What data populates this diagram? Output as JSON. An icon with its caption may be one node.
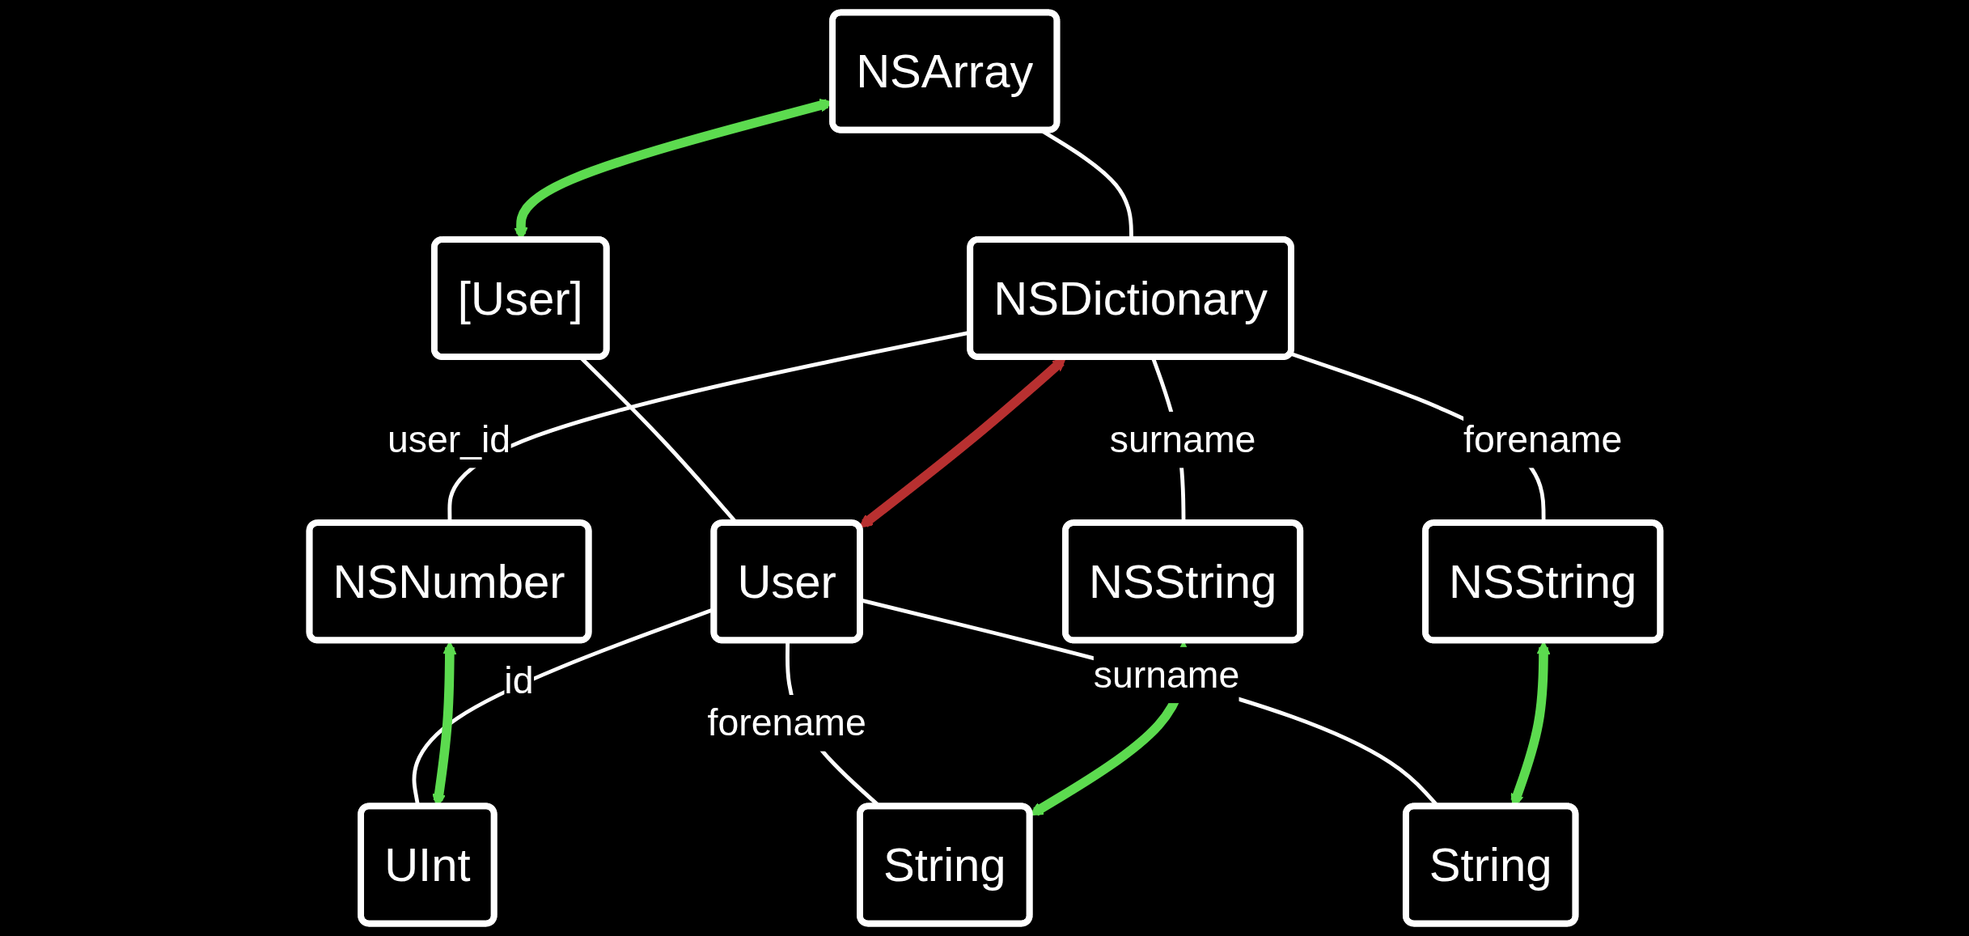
{
  "diagram": {
    "nodes": [
      {
        "text": [
          "NSArray"
        ]
      },
      {
        "text": [
          "[User]"
        ]
      },
      {
        "text": [
          "NSDictionary"
        ]
      },
      {
        "text": [
          "User"
        ]
      },
      {
        "text": [
          "NSNumber"
        ]
      },
      {
        "text": [
          "UInt"
        ]
      },
      {
        "text": [
          "NSString"
        ]
      },
      {
        "text": [
          "NSString"
        ]
      },
      {
        "text": [
          "String"
        ]
      },
      {
        "text": [
          "String"
        ]
      }
    ],
    "edges": [
      {
        "from": 0,
        "to": 1,
        "arrow": "both",
        "style": "thick",
        "color": "#5cdb4f"
      },
      {
        "from": 0,
        "to": 2,
        "arrow": "none"
      },
      {
        "from": 1,
        "to": 3,
        "arrow": "none"
      },
      {
        "from": 2,
        "to": 3,
        "arrow": "both",
        "style": "thick",
        "color": "#b83030"
      },
      {
        "from": 2,
        "to": 4,
        "arrow": "none",
        "label": "user_id"
      },
      {
        "from": 2,
        "to": 6,
        "arrow": "none",
        "label": "forename"
      },
      {
        "from": 2,
        "to": 7,
        "arrow": "none",
        "label": "surname"
      },
      {
        "from": 3,
        "to": 5,
        "arrow": "none",
        "label": "id"
      },
      {
        "from": 3,
        "to": 8,
        "arrow": "none",
        "label": "forename"
      },
      {
        "from": 3,
        "to": 9,
        "arrow": "none",
        "label": "surname"
      },
      {
        "from": 4,
        "to": 5,
        "arrow": "both",
        "style": "thick",
        "color": "#5cdb4f"
      },
      {
        "from": 7,
        "to": 8,
        "arrow": "both",
        "style": "thick",
        "color": "#5cdb4f"
      },
      {
        "from": 6,
        "to": 9,
        "arrow": "both",
        "style": "thick",
        "color": "#5cdb4f"
      }
    ]
  }
}
